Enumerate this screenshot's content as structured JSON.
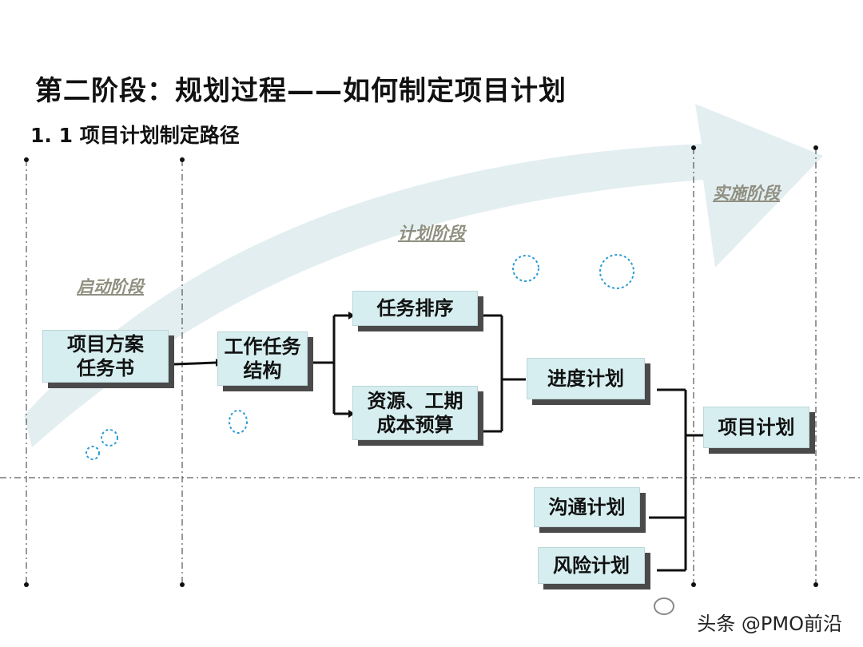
{
  "title": "第二阶段：规划过程——如何制定项目计划",
  "subtitle": "1. 1 项目计划制定路径",
  "stages": {
    "initiation": "启动阶段",
    "planning": "计划阶段",
    "execution": "实施阶段"
  },
  "boxes": {
    "project_charter": [
      "项目方案",
      "任务书"
    ],
    "wbs": [
      "工作任务",
      "结构"
    ],
    "task_sequencing": "任务排序",
    "resource_budget": [
      "资源、工期",
      "成本预算"
    ],
    "schedule_plan": "进度计划",
    "project_plan": "项目计划",
    "communication_plan": "沟通计划",
    "risk_plan": "风险计划"
  },
  "watermark": "头条 @PMO前沿",
  "colors": {
    "box_fill": "#d6eeef",
    "box_shadow": "#4a4a4a",
    "stage_label": "#8f8f80",
    "arrow_fill": "#e3eef1",
    "bubble": "#2a9bd6"
  }
}
